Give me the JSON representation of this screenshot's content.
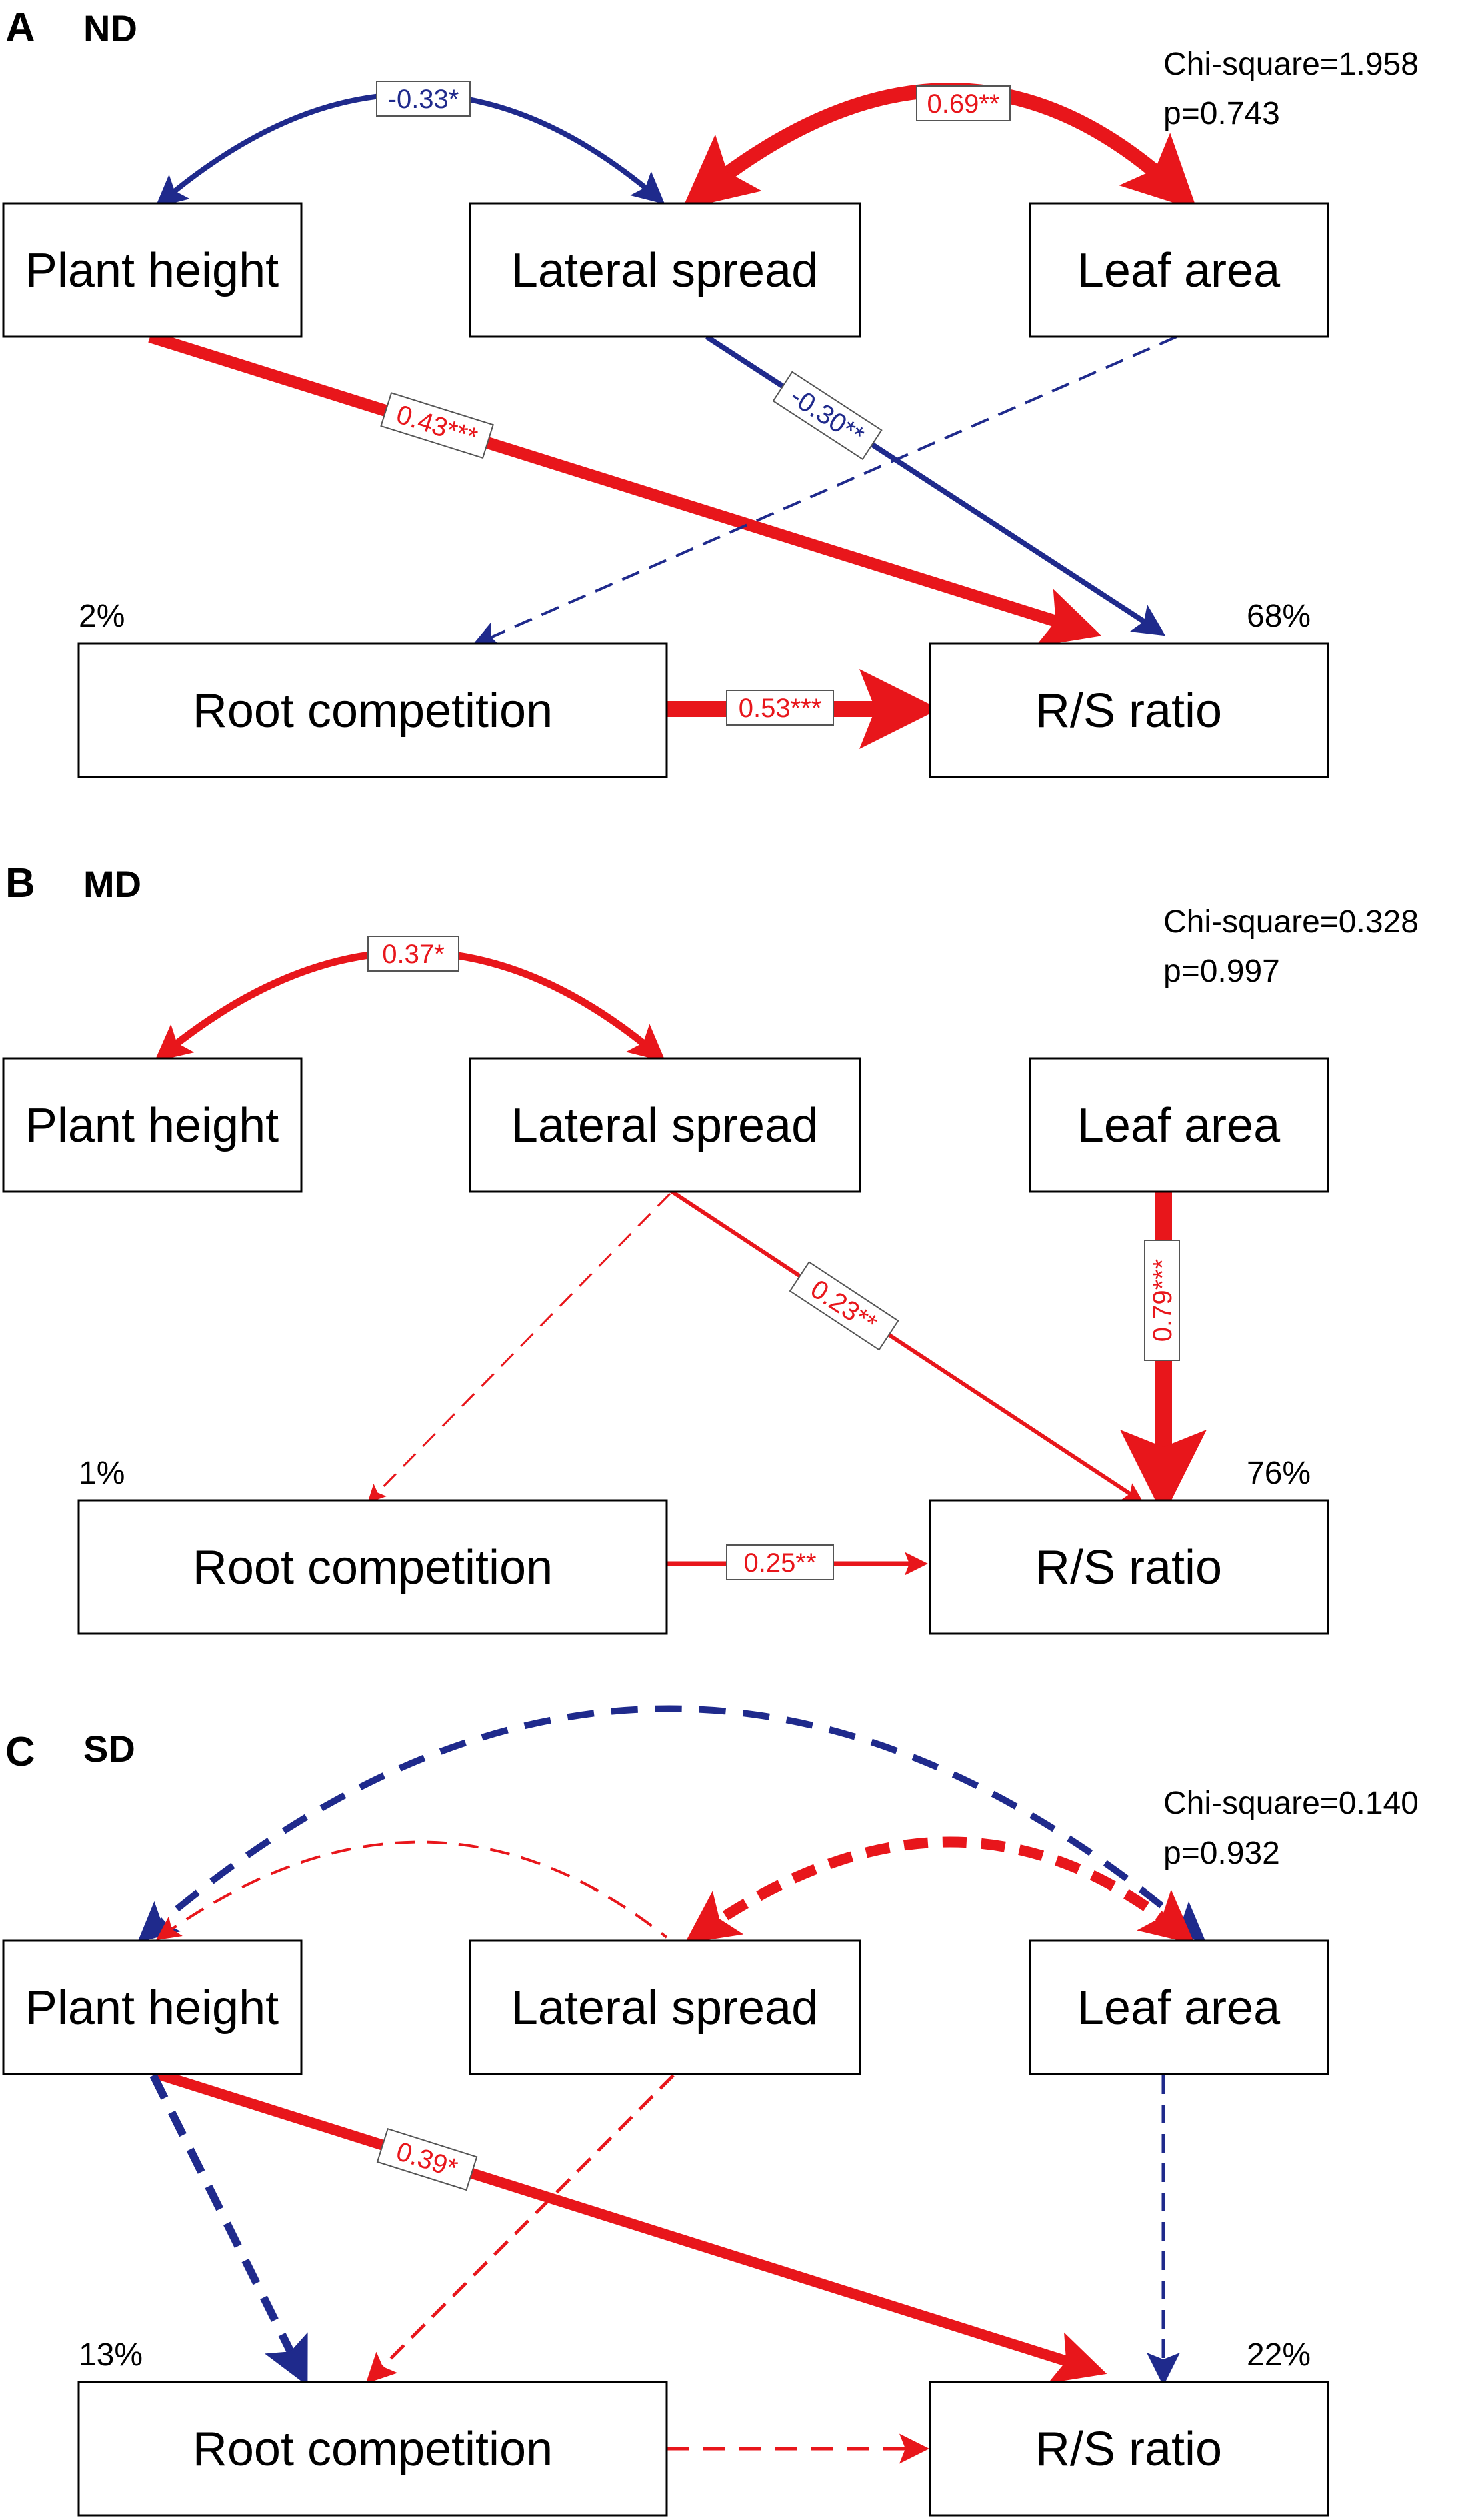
{
  "panels": [
    {
      "letter": "A",
      "title": "ND",
      "fit": {
        "chi": "Chi-square=1.958",
        "p": "p=0.743"
      },
      "nodes": {
        "plant_height": "Plant height",
        "lateral_spread": "Lateral spread",
        "leaf_area": "Leaf area",
        "root_competition": "Root competition",
        "rs_ratio": "R/S ratio"
      },
      "r2": {
        "root_competition": "2%",
        "rs_ratio": "68%"
      },
      "paths": [
        {
          "id": "a-ph-ls",
          "from": "plant_height",
          "to": "lateral_spread",
          "kind": "covariance",
          "coef": "-0.33*",
          "color": "#1f2a8c"
        },
        {
          "id": "a-ls-la",
          "from": "lateral_spread",
          "to": "leaf_area",
          "kind": "covariance",
          "coef": "0.69**",
          "color": "#e8161b"
        },
        {
          "id": "a-ph-rs",
          "from": "plant_height",
          "to": "rs_ratio",
          "kind": "path",
          "coef": "0.43***",
          "color": "#e8161b"
        },
        {
          "id": "a-ls-rs",
          "from": "lateral_spread",
          "to": "rs_ratio",
          "kind": "path",
          "coef": "-0.30**",
          "color": "#1f2a8c"
        },
        {
          "id": "a-la-rc",
          "from": "leaf_area",
          "to": "root_competition",
          "kind": "path-nonsignificant",
          "coef": "",
          "color": "#1f2a8c"
        },
        {
          "id": "a-rc-rs",
          "from": "root_competition",
          "to": "rs_ratio",
          "kind": "path",
          "coef": "0.53***",
          "color": "#e8161b"
        }
      ]
    },
    {
      "letter": "B",
      "title": "MD",
      "fit": {
        "chi": "Chi-square=0.328",
        "p": "p=0.997"
      },
      "nodes": {
        "plant_height": "Plant height",
        "lateral_spread": "Lateral spread",
        "leaf_area": "Leaf area",
        "root_competition": "Root competition",
        "rs_ratio": "R/S ratio"
      },
      "r2": {
        "root_competition": "1%",
        "rs_ratio": "76%"
      },
      "paths": [
        {
          "id": "b-ph-ls",
          "from": "plant_height",
          "to": "lateral_spread",
          "kind": "covariance",
          "coef": "0.37*",
          "color": "#e8161b"
        },
        {
          "id": "b-ls-rs",
          "from": "lateral_spread",
          "to": "rs_ratio",
          "kind": "path",
          "coef": "0.23**",
          "color": "#e8161b"
        },
        {
          "id": "b-ls-rc",
          "from": "lateral_spread",
          "to": "root_competition",
          "kind": "path-nonsignificant",
          "coef": "",
          "color": "#e8161b"
        },
        {
          "id": "b-la-rs",
          "from": "leaf_area",
          "to": "rs_ratio",
          "kind": "path",
          "coef": "0.79***",
          "color": "#e8161b"
        },
        {
          "id": "b-rc-rs",
          "from": "root_competition",
          "to": "rs_ratio",
          "kind": "path",
          "coef": "0.25**",
          "color": "#e8161b"
        }
      ]
    },
    {
      "letter": "C",
      "title": "SD",
      "fit": {
        "chi": "Chi-square=0.140",
        "p": "p=0.932"
      },
      "nodes": {
        "plant_height": "Plant height",
        "lateral_spread": "Lateral spread",
        "leaf_area": "Leaf area",
        "root_competition": "Root competition",
        "rs_ratio": "R/S ratio"
      },
      "r2": {
        "root_competition": "13%",
        "rs_ratio": "22%"
      },
      "paths": [
        {
          "id": "c-ph-la",
          "from": "plant_height",
          "to": "leaf_area",
          "kind": "covariance-nonsignificant",
          "coef": "",
          "color": "#1f2a8c"
        },
        {
          "id": "c-ph-ls",
          "from": "plant_height",
          "to": "lateral_spread",
          "kind": "covariance-nonsignificant",
          "coef": "",
          "color": "#e8161b"
        },
        {
          "id": "c-ls-la",
          "from": "lateral_spread",
          "to": "leaf_area",
          "kind": "covariance-nonsignificant",
          "coef": "",
          "color": "#e8161b"
        },
        {
          "id": "c-ph-rs",
          "from": "plant_height",
          "to": "rs_ratio",
          "kind": "path",
          "coef": "0.39*",
          "color": "#e8161b"
        },
        {
          "id": "c-ph-rc",
          "from": "plant_height",
          "to": "root_competition",
          "kind": "path-nonsignificant",
          "coef": "",
          "color": "#1f2a8c"
        },
        {
          "id": "c-ls-rc",
          "from": "lateral_spread",
          "to": "root_competition",
          "kind": "path-nonsignificant",
          "coef": "",
          "color": "#e8161b"
        },
        {
          "id": "c-la-rs",
          "from": "leaf_area",
          "to": "rs_ratio",
          "kind": "path-nonsignificant",
          "coef": "",
          "color": "#1f2a8c"
        },
        {
          "id": "c-rc-rs",
          "from": "root_competition",
          "to": "rs_ratio",
          "kind": "path-nonsignificant",
          "coef": "",
          "color": "#e8161b"
        }
      ]
    }
  ]
}
